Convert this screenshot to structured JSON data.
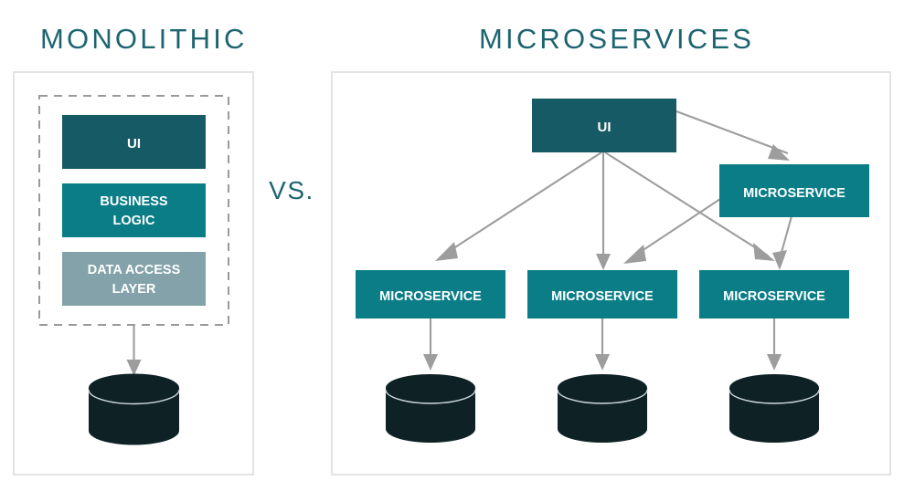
{
  "diagram": {
    "title_left": "MONOLITHIC",
    "title_right": "MICROSERVICES",
    "separator_label": "VS.",
    "colors": {
      "title_teal": "#1d6470",
      "ui_box": "#155a64",
      "service_box": "#0a7d87",
      "data_access_box": "#84a2aa",
      "database": "#0e2226",
      "arrow": "#9d9d9d",
      "panel_border": "#e3e3e3",
      "dashed_border": "#9a9a9a",
      "box_text": "#ffffff",
      "background": "#ffffff"
    },
    "monolithic": {
      "layers": [
        {
          "label": "UI",
          "color": "#155a64"
        },
        {
          "label": "BUSINESS\nLOGIC",
          "line1": "BUSINESS",
          "line2": "LOGIC",
          "color": "#0a7d87"
        },
        {
          "label": "DATA ACCESS\nLAYER",
          "line1": "DATA ACCESS",
          "line2": "LAYER",
          "color": "#84a2aa"
        }
      ],
      "database_count": 1,
      "database_label": "",
      "arrow_count": 1
    },
    "microservices": {
      "ui_label": "UI",
      "service_right_label": "MICROSERVICE",
      "services": [
        {
          "label": "MICROSERVICE"
        },
        {
          "label": "MICROSERVICE"
        },
        {
          "label": "MICROSERVICE"
        }
      ],
      "database_count": 3,
      "connections": [
        {
          "from": "ui",
          "to": "microservice-right"
        },
        {
          "from": "ui",
          "to": "microservice-1"
        },
        {
          "from": "ui",
          "to": "microservice-2"
        },
        {
          "from": "ui",
          "to": "microservice-3"
        },
        {
          "from": "microservice-right",
          "to": "microservice-2"
        },
        {
          "from": "microservice-right",
          "to": "microservice-3"
        },
        {
          "from": "microservice-1",
          "to": "database-1"
        },
        {
          "from": "microservice-2",
          "to": "database-2"
        },
        {
          "from": "microservice-3",
          "to": "database-3"
        }
      ]
    }
  }
}
